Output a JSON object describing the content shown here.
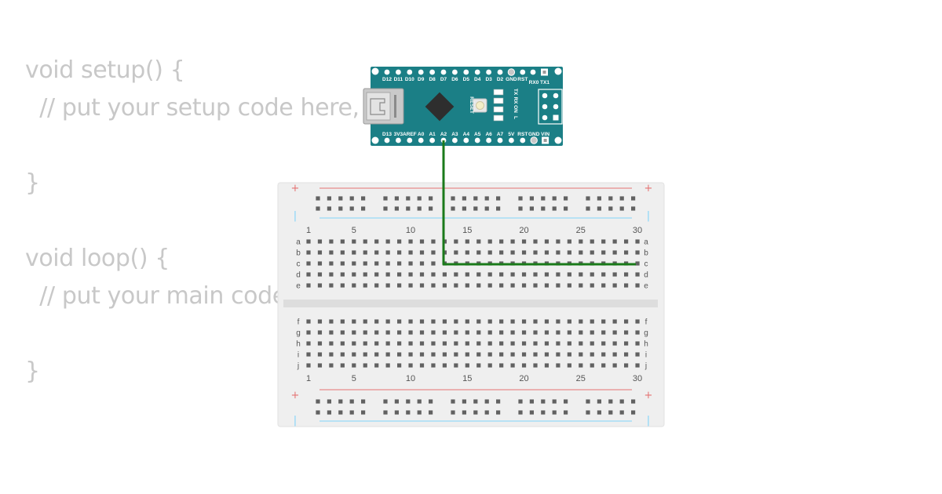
{
  "editor": {
    "lines": [
      "void setup() {",
      "  // put your setup code here, to run once:",
      "",
      "}",
      "",
      "void loop() {",
      "  // put your main code here, to run repeatedly:",
      "",
      "}"
    ]
  },
  "breadboard": {
    "columns": 30,
    "column_labels": [
      "1",
      "5",
      "10",
      "15",
      "20",
      "25",
      "30"
    ],
    "rows_top": [
      "a",
      "b",
      "c",
      "d",
      "e"
    ],
    "rows_bottom": [
      "f",
      "g",
      "h",
      "i",
      "j"
    ],
    "rail_plus": "+",
    "rail_minus": "|",
    "rail_plus_color": "#e57373",
    "rail_minus_color": "#81d4fa"
  },
  "arduino": {
    "board_color": "#1b7f86",
    "top_pins": [
      "D12",
      "D11",
      "D10",
      "D9",
      "D8",
      "D7",
      "D6",
      "D5",
      "D4",
      "D3",
      "D2",
      "GND",
      "RST",
      "RX0",
      "TX1"
    ],
    "bottom_pins": [
      "D13",
      "3V3",
      "AREF",
      "A0",
      "A1",
      "A2",
      "A3",
      "A4",
      "A5",
      "A6",
      "A7",
      "5V",
      "RST",
      "GND",
      "VIN"
    ],
    "reset_label": "RESET",
    "led_labels": [
      "TX",
      "RX",
      "ON",
      "L"
    ]
  },
  "wire": {
    "color": "#1a7a1a",
    "from": "arduino.A2",
    "to": "breadboard.c13-c30"
  }
}
